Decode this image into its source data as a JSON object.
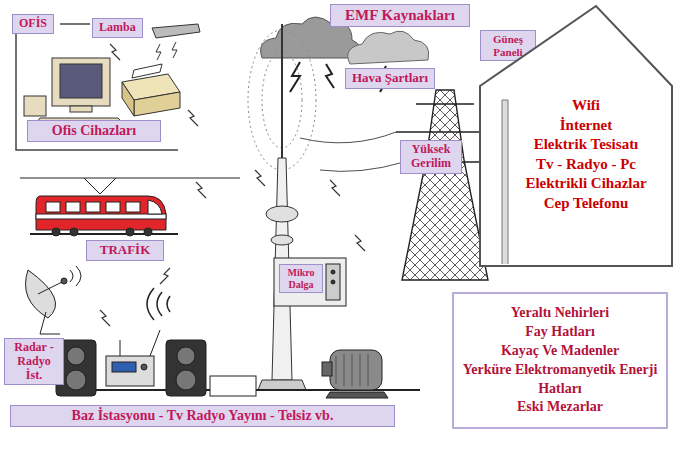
{
  "diagram": {
    "nodes": [
      {
        "text": [
          "OFİS"
        ]
      },
      {
        "text": [
          "Lamba"
        ]
      },
      {
        "text": [
          "EMF Kaynakları"
        ]
      },
      {
        "text": [
          "Güneş Paneli"
        ]
      },
      {
        "text": [
          "Wifi",
          "İnternet",
          "Elektrik Tesisatı",
          "Tv - Radyo - Pc",
          "Elektrikli Cihazlar",
          "Cep Telefonu"
        ]
      },
      {
        "text": [
          "Hava Şartları"
        ]
      },
      {
        "text": [
          "Ofis Cihazları"
        ]
      },
      {
        "text": [
          "Yüksek Gerilim"
        ]
      },
      {
        "text": [
          "TRAFİK"
        ]
      },
      {
        "text": [
          "Mikro Dalga"
        ]
      },
      {
        "text": [
          "Yeraltı Nehirleri",
          "Fay Hatları",
          "Kayaç Ve Madenler",
          "Yerküre Elektromanyetik Enerji Hatları",
          "Eski Mezarlar"
        ]
      },
      {
        "text": [
          "Radar - Radyo İst."
        ]
      },
      {
        "text": [
          "Baz İstasyonu - Tv Radyo Yayını - Telsiz vb."
        ]
      }
    ]
  }
}
